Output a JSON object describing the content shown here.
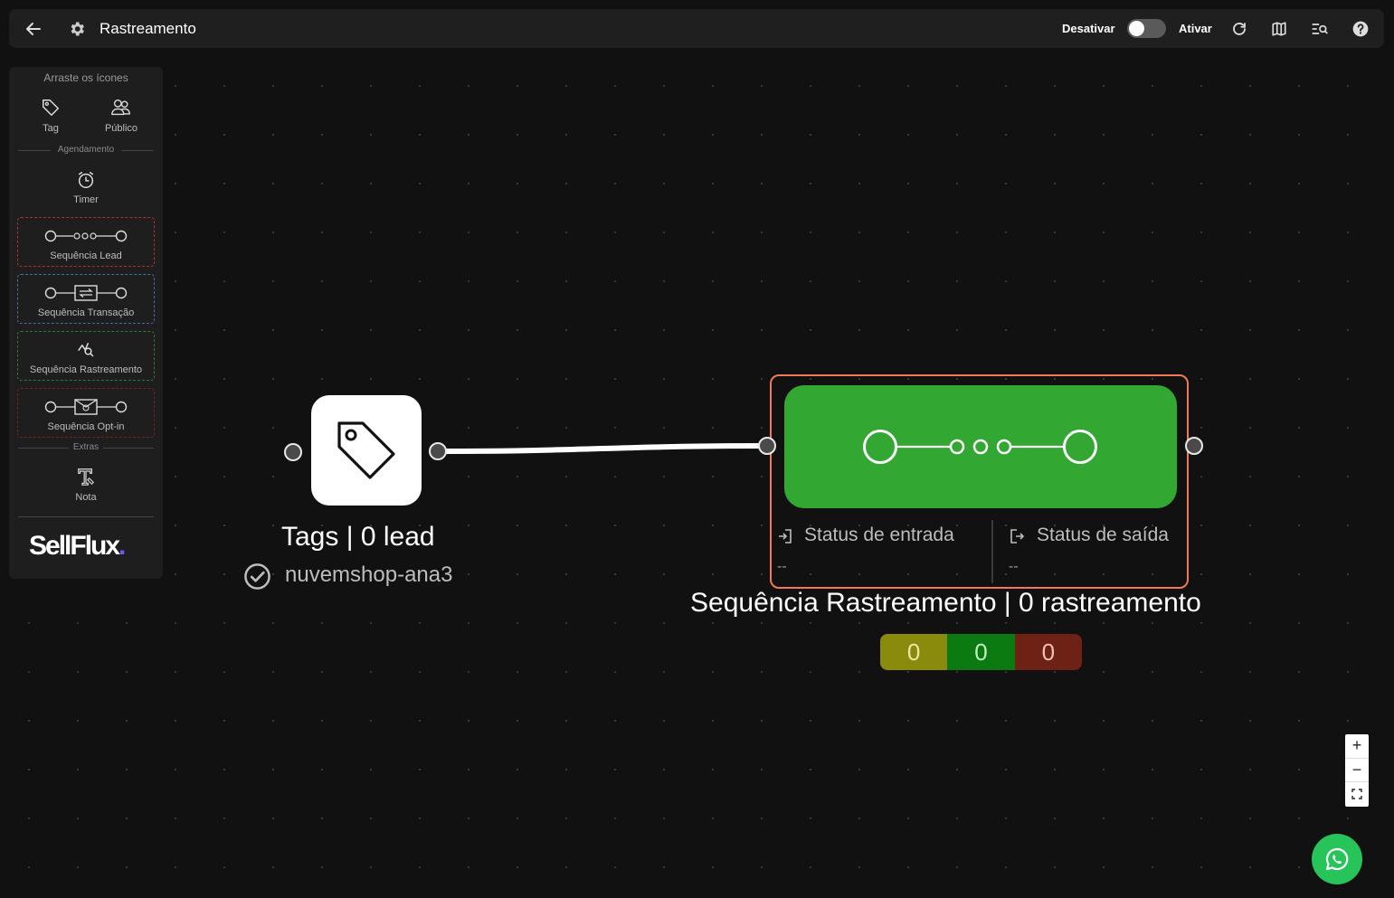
{
  "topbar": {
    "title": "Rastreamento",
    "deactivate_label": "Desativar",
    "activate_label": "Ativar"
  },
  "palette": {
    "header": "Arraste os ícones",
    "tag_label": "Tag",
    "audience_label": "Público",
    "scheduling_section": "Agendamento",
    "timer_label": "Timer",
    "seq_lead_label": "Sequência Lead",
    "seq_transaction_label": "Sequência Transação",
    "seq_tracking_label": "Sequência Rastreamento",
    "seq_optin_label": "Sequência Opt-in",
    "extras_section": "Extras",
    "note_label": "Nota",
    "logo_text": "SellFlux"
  },
  "canvas": {
    "tag_node": {
      "title": "Tags | 0 lead",
      "tag_name": "nuvemshop-ana3"
    },
    "seq_node": {
      "entry_status_label": "Status de entrada",
      "entry_status_value": "--",
      "exit_status_label": "Status de saída",
      "exit_status_value": "--",
      "title": "Sequência Rastreamento | 0 rastreamento",
      "counters": [
        {
          "value": "0",
          "color": "#8a8a0c"
        },
        {
          "value": "0",
          "color": "#0b7a10"
        },
        {
          "value": "0",
          "color": "#6e2216"
        }
      ],
      "card_color": "#32a832"
    }
  },
  "zoom": {
    "zoom_in": "+",
    "zoom_out": "−"
  }
}
